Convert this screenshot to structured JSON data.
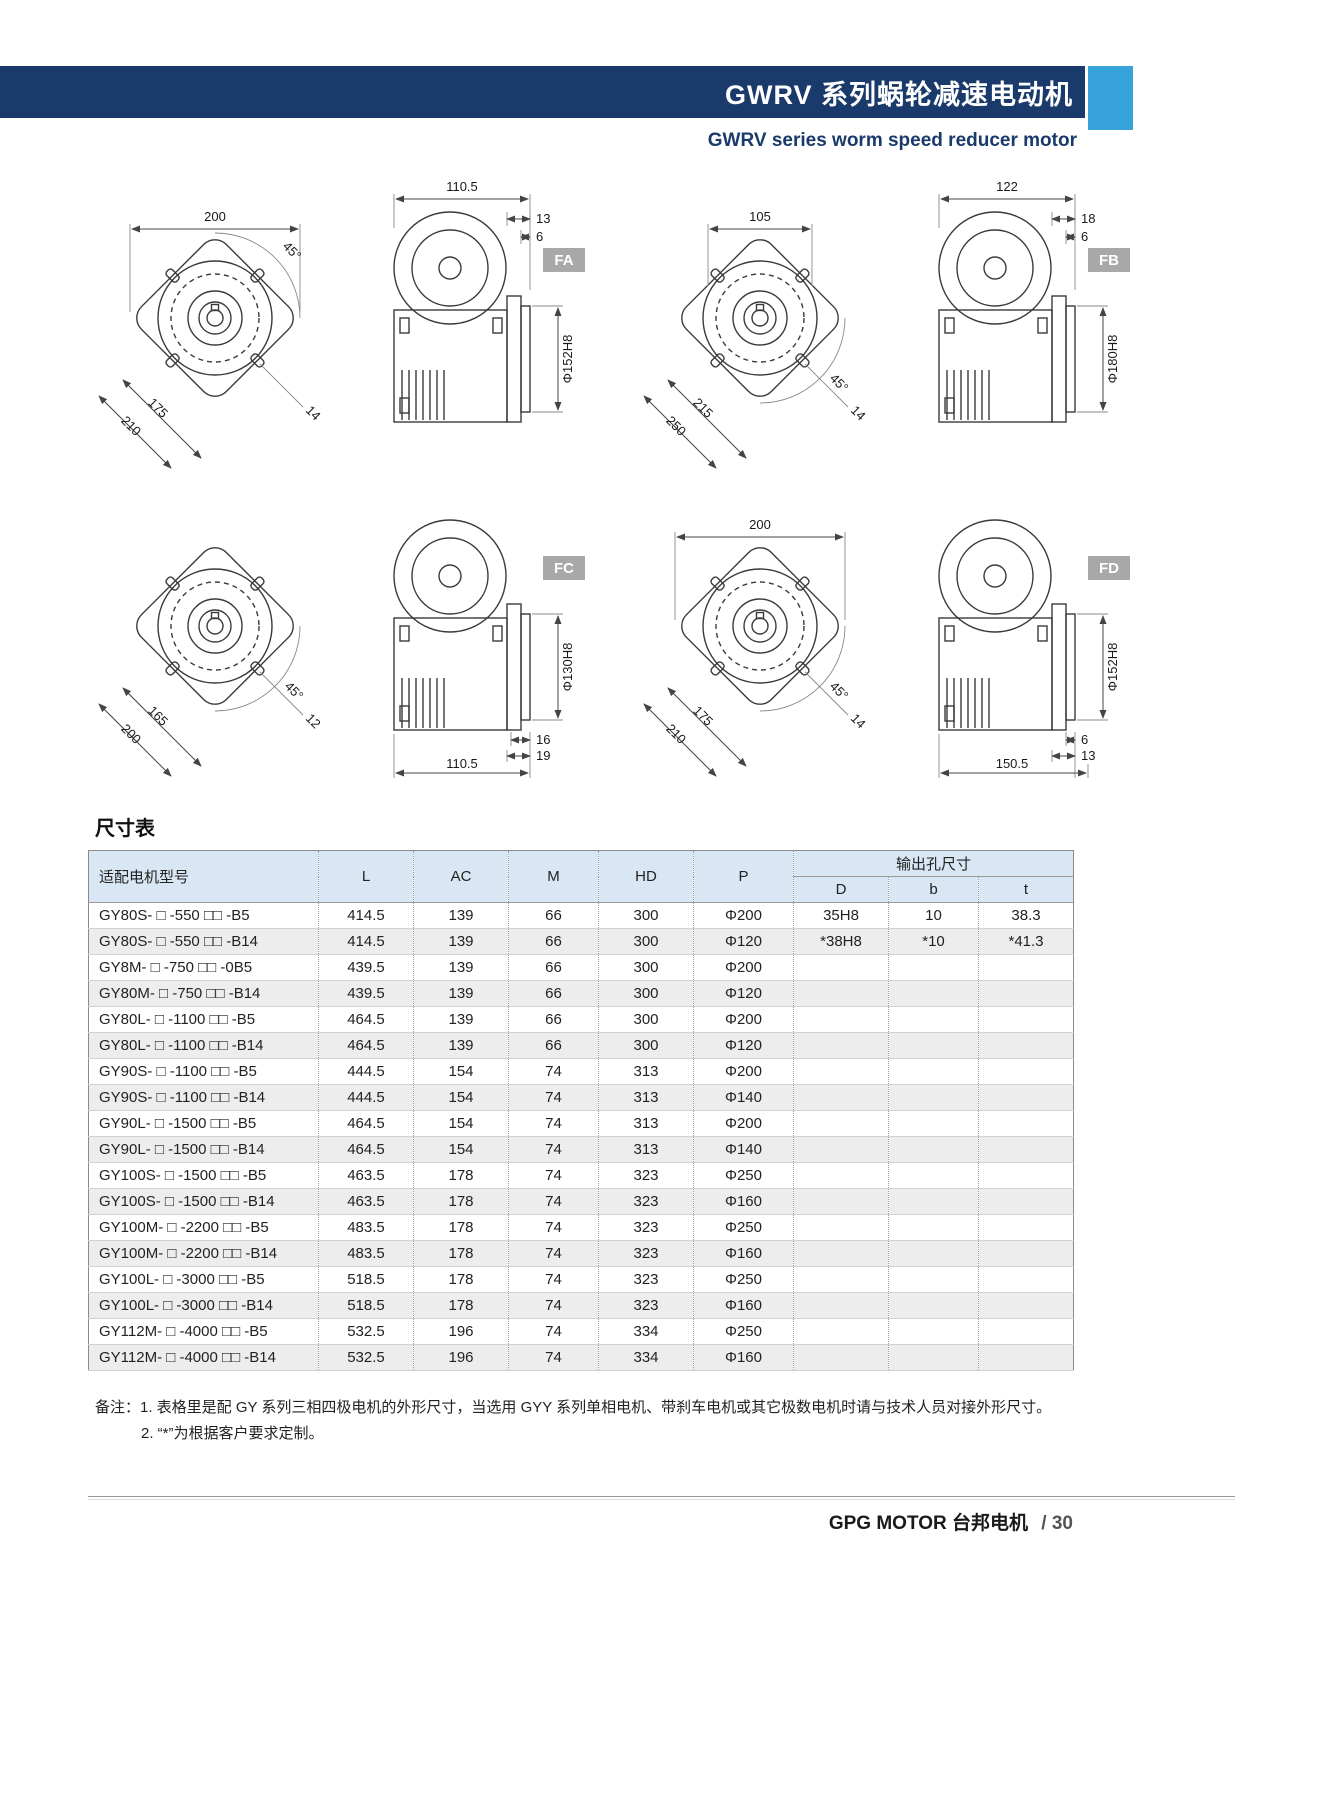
{
  "header": {
    "title": "GWRV 系列蜗轮减速电动机",
    "subtitle": "GWRV series worm speed reducer motor"
  },
  "drawings": {
    "fa": {
      "tag": "FA",
      "front": {
        "width": "200",
        "diag1": "175",
        "diag2": "210",
        "angle": "45°",
        "slot": "14"
      },
      "side": {
        "span": "110.5",
        "d1": "13",
        "d2": "6",
        "bore": "Φ152H8"
      }
    },
    "fb": {
      "tag": "FB",
      "front": {
        "width": "105",
        "diag1": "215",
        "diag2": "250",
        "angle": "45°",
        "slot": "14"
      },
      "side": {
        "span": "122",
        "d1": "18",
        "d2": "6",
        "bore": "Φ180H8"
      }
    },
    "fc": {
      "tag": "FC",
      "front": {
        "diag1": "165",
        "diag2": "200",
        "angle": "45°",
        "slot": "12"
      },
      "side": {
        "span": "110.5",
        "d1": "16",
        "d2": "19",
        "bore": "Φ130H8"
      }
    },
    "fd": {
      "tag": "FD",
      "front": {
        "width": "200",
        "diag1": "175",
        "diag2": "210",
        "angle": "45°",
        "slot": "14"
      },
      "side": {
        "span": "150.5",
        "d1": "6",
        "d2": "13",
        "bore": "Φ152H8"
      }
    }
  },
  "table": {
    "title": "尺寸表",
    "col_model": "适配电机型号",
    "col_L": "L",
    "col_AC": "AC",
    "col_M": "M",
    "col_HD": "HD",
    "col_P": "P",
    "col_output": "输出孔尺寸",
    "col_D": "D",
    "col_b": "b",
    "col_t": "t",
    "rows": [
      [
        "GY80S- □ -550 □□ -B5",
        "414.5",
        "139",
        "66",
        "300",
        "Φ200",
        "35H8",
        "10",
        "38.3"
      ],
      [
        "GY80S- □ -550 □□ -B14",
        "414.5",
        "139",
        "66",
        "300",
        "Φ120",
        "*38H8",
        "*10",
        "*41.3"
      ],
      [
        "GY8M- □ -750 □□ -0B5",
        "439.5",
        "139",
        "66",
        "300",
        "Φ200",
        "",
        "",
        ""
      ],
      [
        "GY80M- □ -750 □□ -B14",
        "439.5",
        "139",
        "66",
        "300",
        "Φ120",
        "",
        "",
        ""
      ],
      [
        "GY80L- □ -1100 □□ -B5",
        "464.5",
        "139",
        "66",
        "300",
        "Φ200",
        "",
        "",
        ""
      ],
      [
        "GY80L- □ -1100 □□ -B14",
        "464.5",
        "139",
        "66",
        "300",
        "Φ120",
        "",
        "",
        ""
      ],
      [
        "GY90S- □ -1100 □□ -B5",
        "444.5",
        "154",
        "74",
        "313",
        "Φ200",
        "",
        "",
        ""
      ],
      [
        "GY90S- □ -1100 □□ -B14",
        "444.5",
        "154",
        "74",
        "313",
        "Φ140",
        "",
        "",
        ""
      ],
      [
        "GY90L- □ -1500 □□ -B5",
        "464.5",
        "154",
        "74",
        "313",
        "Φ200",
        "",
        "",
        ""
      ],
      [
        "GY90L- □ -1500 □□ -B14",
        "464.5",
        "154",
        "74",
        "313",
        "Φ140",
        "",
        "",
        ""
      ],
      [
        "GY100S- □ -1500 □□ -B5",
        "463.5",
        "178",
        "74",
        "323",
        "Φ250",
        "",
        "",
        ""
      ],
      [
        "GY100S- □ -1500 □□ -B14",
        "463.5",
        "178",
        "74",
        "323",
        "Φ160",
        "",
        "",
        ""
      ],
      [
        "GY100M- □ -2200 □□ -B5",
        "483.5",
        "178",
        "74",
        "323",
        "Φ250",
        "",
        "",
        ""
      ],
      [
        "GY100M- □ -2200 □□ -B14",
        "483.5",
        "178",
        "74",
        "323",
        "Φ160",
        "",
        "",
        ""
      ],
      [
        "GY100L- □ -3000 □□ -B5",
        "518.5",
        "178",
        "74",
        "323",
        "Φ250",
        "",
        "",
        ""
      ],
      [
        "GY100L- □ -3000 □□ -B14",
        "518.5",
        "178",
        "74",
        "323",
        "Φ160",
        "",
        "",
        ""
      ],
      [
        "GY112M- □ -4000 □□ -B5",
        "532.5",
        "196",
        "74",
        "334",
        "Φ250",
        "",
        "",
        ""
      ],
      [
        "GY112M- □ -4000 □□ -B14",
        "532.5",
        "196",
        "74",
        "334",
        "Φ160",
        "",
        "",
        ""
      ]
    ]
  },
  "notes": {
    "line1": "备注：1. 表格里是配 GY 系列三相四极电机的外形尺寸，当选用 GYY 系列单相电机、带刹车电机或其它极数电机时请与技术人员对接外形尺寸。",
    "line2": "2. “*”为根据客户要求定制。"
  },
  "footer": {
    "brand": "GPG MOTOR 台邦电机",
    "separator": "/",
    "page": "30"
  }
}
